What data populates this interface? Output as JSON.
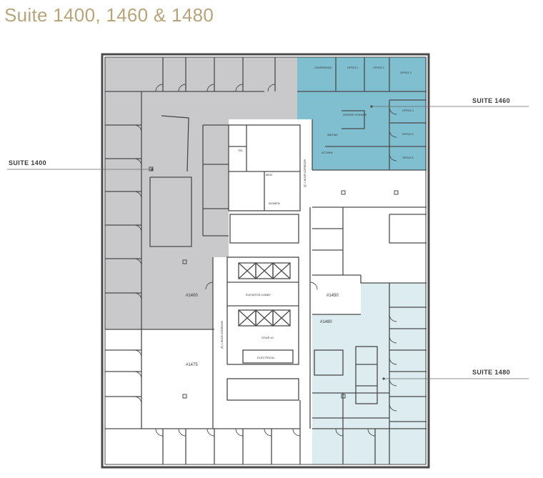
{
  "title": "Suite 1400, 1460 & 1480",
  "colors": {
    "title": "#b8a47a",
    "suite_1400": "#c9c8ca",
    "suite_1460": "#7fbfcf",
    "suite_1480": "#dcecf0",
    "wall": "#4a4a4a"
  },
  "callouts": {
    "suite_1400": "SUITE 1400",
    "suite_1460": "SUITE 1460",
    "suite_1480": "SUITE 1480"
  },
  "room_labels": {
    "suite_1400": "#1400",
    "suite_1450": "#1450",
    "suite_1475": "#1475",
    "suite_1480": "#1480",
    "elevator_lobby": "ELEVATOR LOBBY",
    "electrical": "ELECTRICAL",
    "stair": "STAIR #1",
    "tel": "TEL",
    "men": "MEN",
    "women": "WOMEN",
    "corridor_upper": "(E) 1-HOUR CORRIDOR",
    "corridor_lower": "(E) 1-HOUR CORRIDOR",
    "conference": "CONFERENCE",
    "office_1": "OFFICE 1",
    "office_2": "OFFICE 2",
    "office_3": "OFFICE 3",
    "office_4": "OFFICE 4",
    "office_5": "OFFICE 5",
    "office_6": "OFFICE 6",
    "server_storage": "SERVER/ STORAGE",
    "waiting": "WAITING",
    "kitchen": "KITCHEN"
  }
}
